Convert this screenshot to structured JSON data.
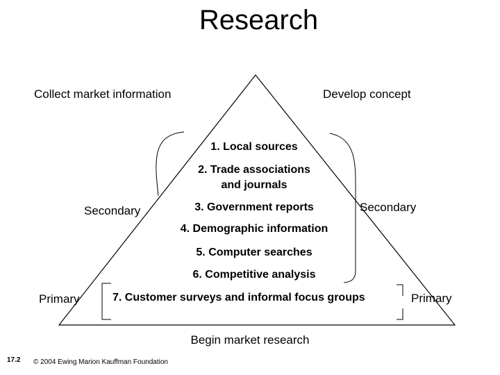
{
  "title": "Research",
  "apex_left_label": "Collect market information",
  "apex_right_label": "Develop concept",
  "secondary_left": "Secondary",
  "secondary_right": "Secondary",
  "primary_left": "Primary",
  "primary_right": "Primary",
  "base_label": "Begin market research",
  "secondary_items": [
    "1. Local sources",
    "2. Trade associations",
    "and journals",
    "3. Government reports",
    "4. Demographic information",
    "5. Computer searches",
    "6. Competitive analysis"
  ],
  "primary_item": "7. Customer surveys and informal focus groups",
  "slide_number": "17.2",
  "copyright": "© 2004 Ewing Marion Kauffman Foundation"
}
